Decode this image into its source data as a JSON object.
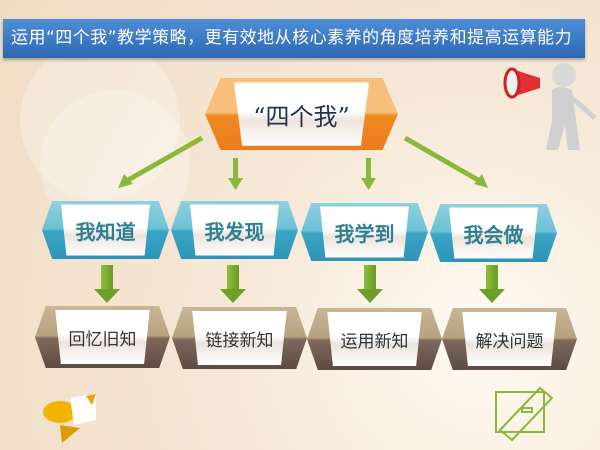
{
  "title": "运用“四个我”教学策略，更有效地从核心素养的角度培养和提高运算能力",
  "center": "“四个我”",
  "steps": [
    {
      "label": "我知道",
      "result": "回忆旧知"
    },
    {
      "label": "我发现",
      "result": "链接新知"
    },
    {
      "label": "我学到",
      "result": "运用新知"
    },
    {
      "label": "我会做",
      "result": "解决问题"
    }
  ],
  "colors": {
    "title_bar": "#2d68b4",
    "center": "#ef8a22",
    "step": "#3aa5c4",
    "result": "#7e6a5b",
    "arrow": "#7aab2e"
  }
}
